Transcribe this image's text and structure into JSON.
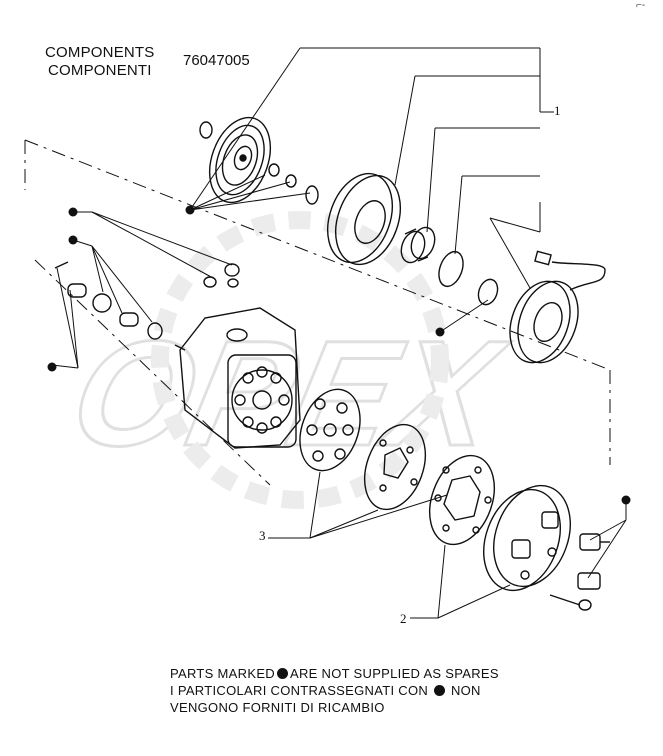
{
  "header": {
    "title_line1": "COMPONENTS",
    "title_line2": "COMPONENTI",
    "part_number": "76047005"
  },
  "callouts": {
    "ref_1": "1",
    "ref_2": "2",
    "ref_3": "3"
  },
  "corner_mark": "⌐-",
  "watermark": "OPEX",
  "footer": {
    "line1_before": "PARTS MARKED",
    "line1_after": "ARE NOT SUPPLIED AS SPARES",
    "line2_before": "I PARTICOLARI  CONTRASSEGNATI  CON",
    "line2_after": "NON",
    "line3": "VENGONO FORNITI DI RICAMBIO"
  },
  "colors": {
    "ink": "#111111",
    "watermark": "#e6e6e6",
    "background": "#ffffff"
  }
}
